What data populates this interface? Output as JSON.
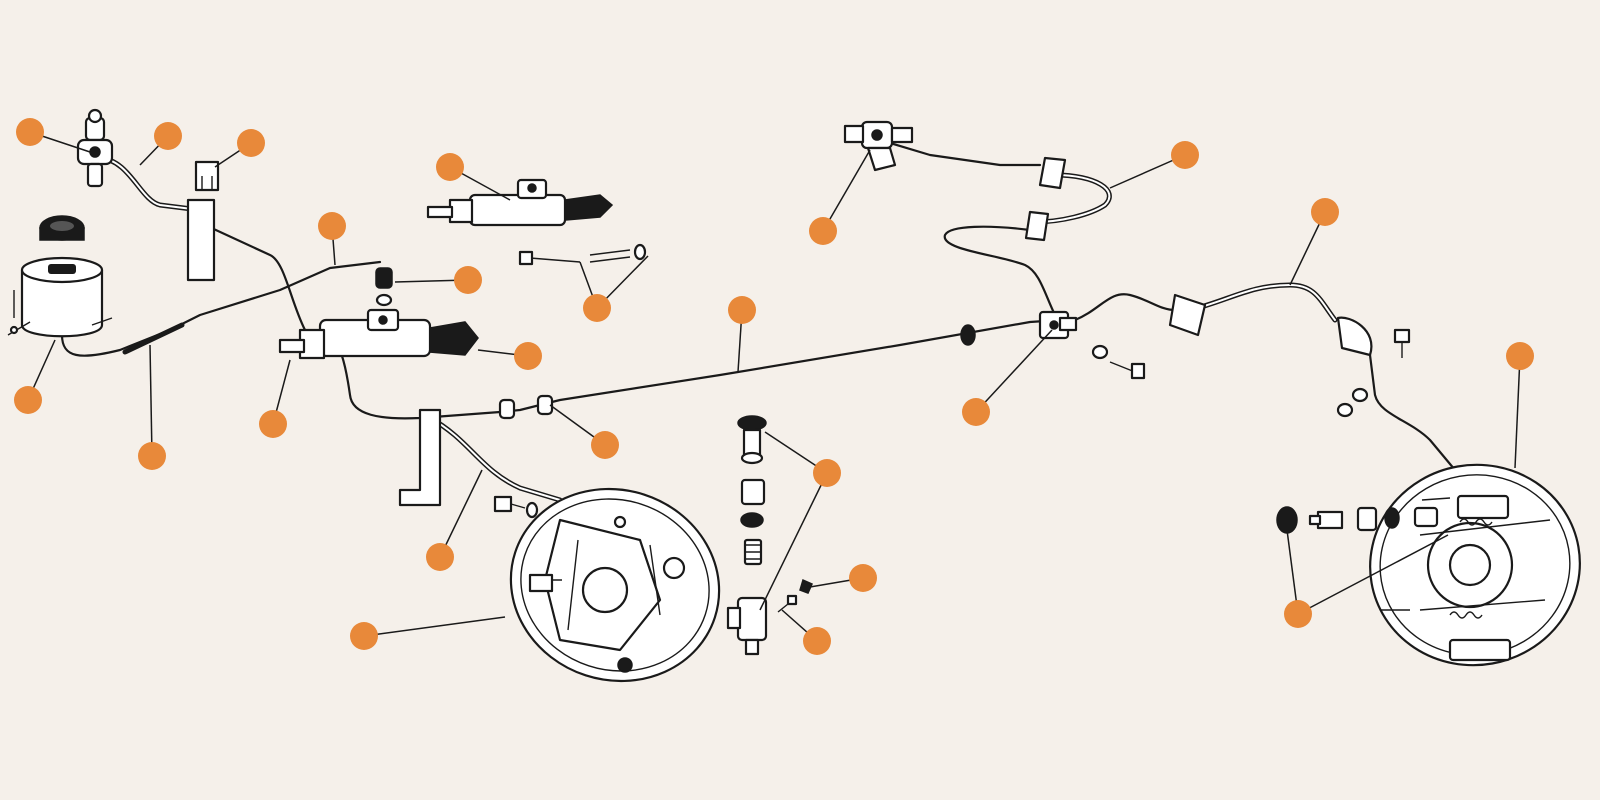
{
  "colors": {
    "background": "#f5f0ea",
    "hotspot": "#e8893a",
    "line": "#1a1a1a"
  },
  "callouts": [
    {
      "id": "hose-front-left-upper"
    },
    {
      "id": "hose-clip-upper"
    },
    {
      "id": "retaining-clip"
    },
    {
      "id": "brake-master-cylinder"
    },
    {
      "id": "pipe-reservoir-to-master"
    },
    {
      "id": "pipe-union-nut"
    },
    {
      "id": "bolt-and-washer-set"
    },
    {
      "id": "clutch-master-cylinder"
    },
    {
      "id": "reservoir"
    },
    {
      "id": "reservoir-pipe"
    },
    {
      "id": "switch-assembly"
    },
    {
      "id": "main-pipe-front-to-rear"
    },
    {
      "id": "grommet-pair"
    },
    {
      "id": "front-flexible-hose"
    },
    {
      "id": "front-backplate-assembly"
    },
    {
      "id": "front-wheel-cylinder-seal"
    },
    {
      "id": "bleed-nipple-cap"
    },
    {
      "id": "bleed-nipple"
    },
    {
      "id": "rear-three-way-union"
    },
    {
      "id": "rear-hose-left"
    },
    {
      "id": "rear-hose-right"
    },
    {
      "id": "rear-flexible-hose-right"
    },
    {
      "id": "rear-backplate-assembly"
    },
    {
      "id": "rear-wheel-cylinder-kit"
    }
  ]
}
